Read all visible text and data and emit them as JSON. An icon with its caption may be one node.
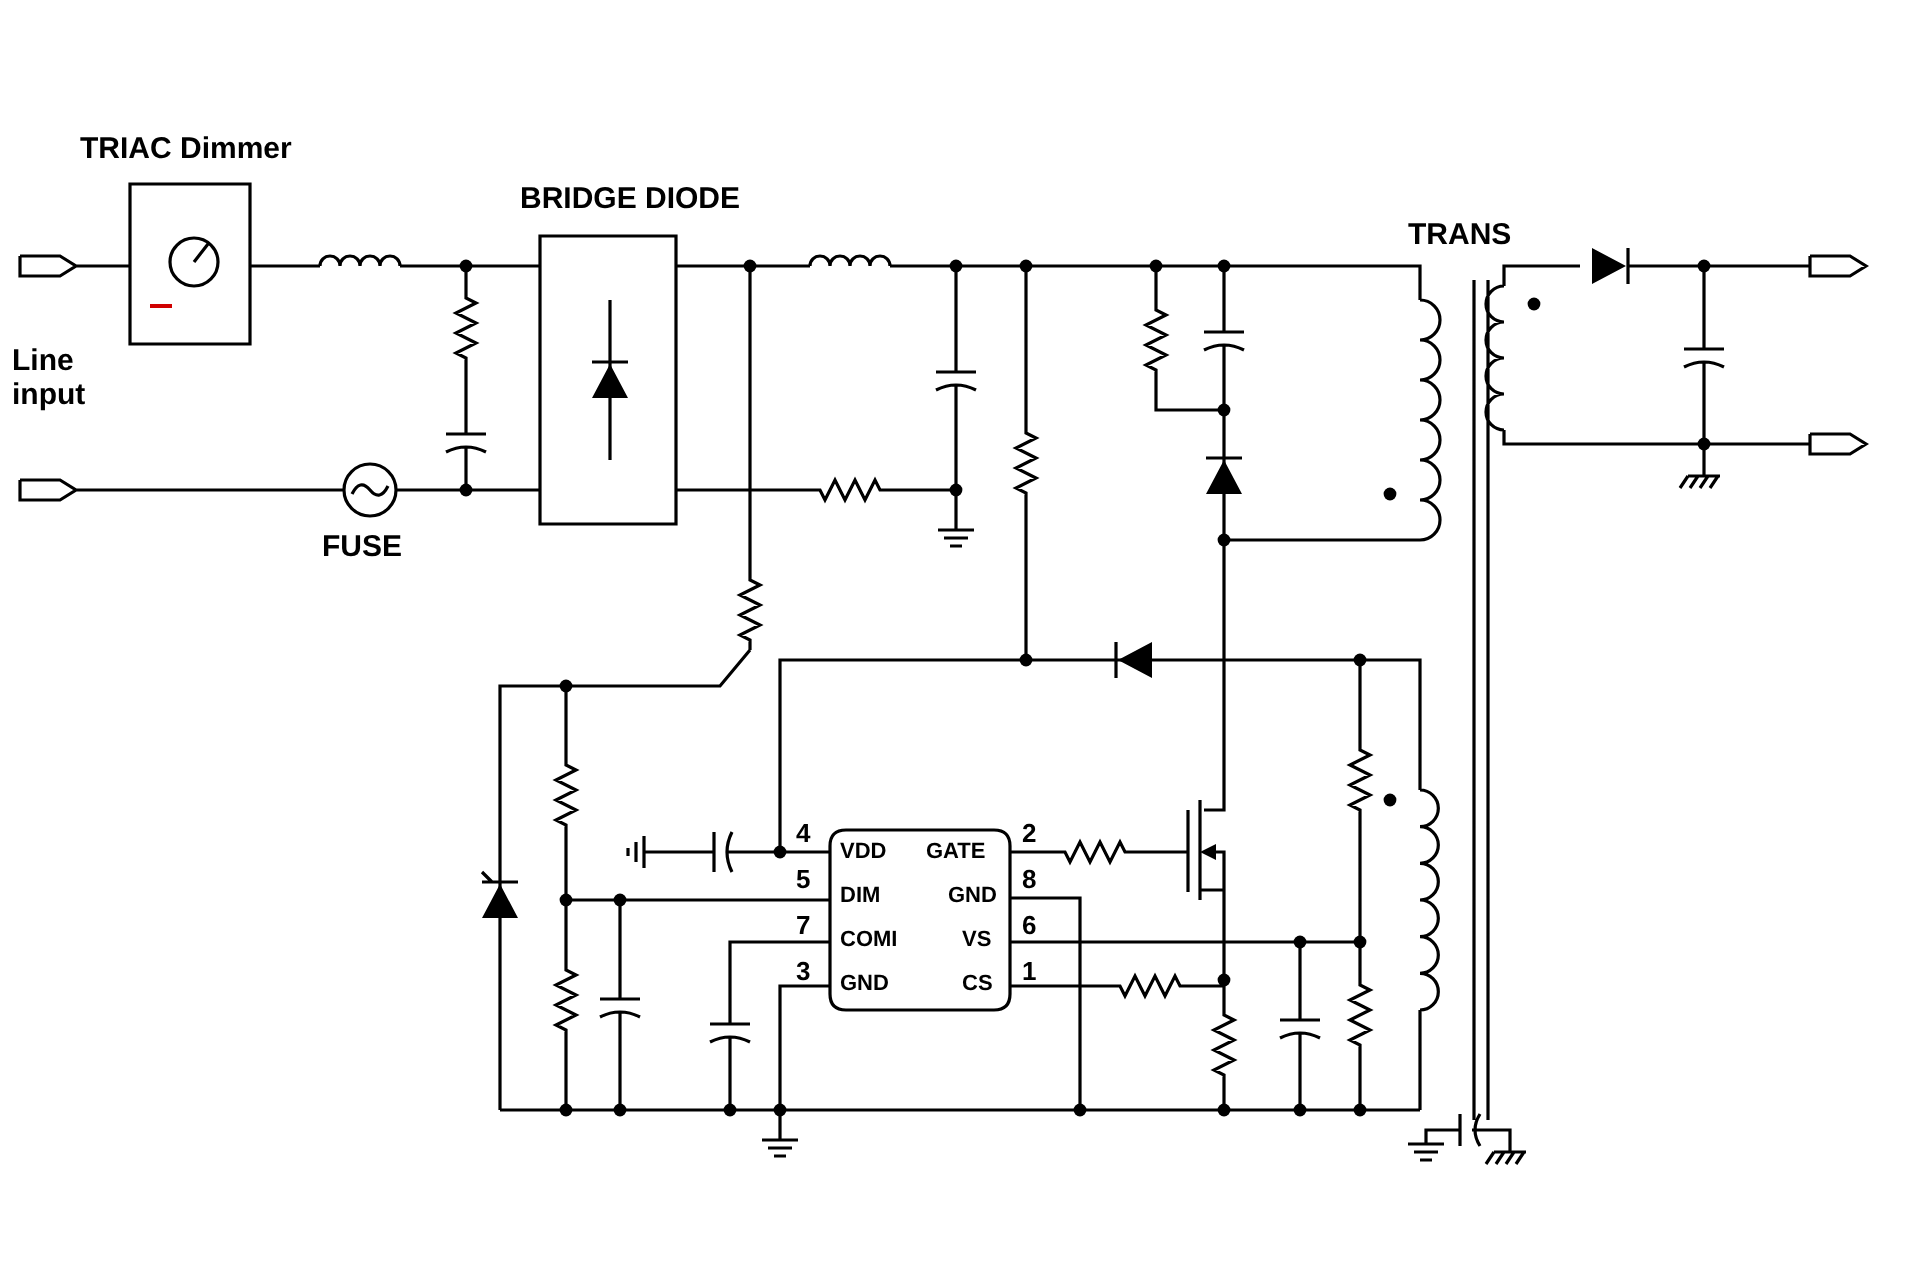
{
  "diagram": {
    "labels": [
      "TRIAC Dimmer",
      "BRIDGE DIODE",
      "TRANS",
      "Line input",
      "FUSE",
      "4",
      "VDD",
      "GATE",
      "2",
      "5",
      "DIM",
      "GND",
      "8",
      "7",
      "COMI",
      "VS",
      "6",
      "3",
      "GND",
      "CS",
      "1"
    ]
  }
}
